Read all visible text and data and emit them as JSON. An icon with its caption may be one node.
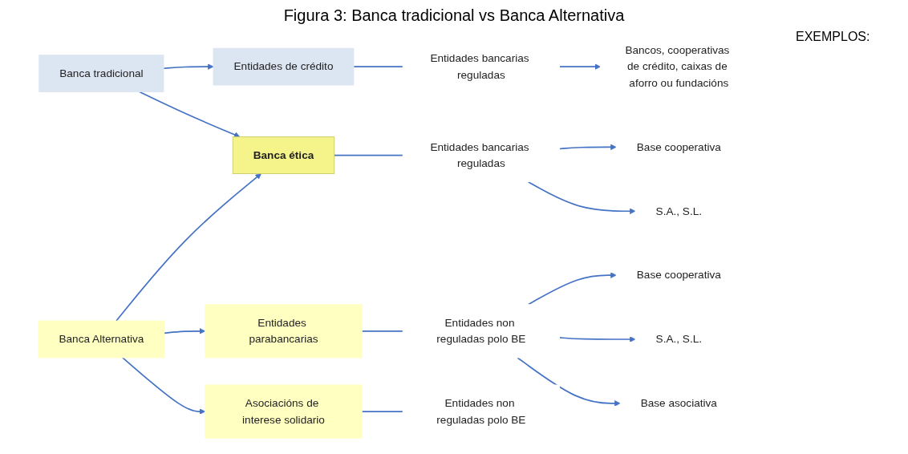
{
  "diagram": {
    "title": "Figura 3: Banca tradicional vs Banca Alternativa",
    "nodes": [
      {
        "text": [
          "Banca tradicional"
        ]
      },
      {
        "text": [
          "Entidades de crédito"
        ]
      },
      {
        "text": [
          "Entidades bancarias reguladas"
        ]
      },
      {
        "text": [
          "Bancos, cooperativas de crédito, caixas de aforro ou fundacións"
        ]
      },
      {
        "text": [
          "Banca ética"
        ]
      },
      {
        "text": [
          "Entidades bancarias reguladas"
        ]
      },
      {
        "text": [
          "Base cooperativa"
        ]
      },
      {
        "text": [
          "S.A., S.L."
        ]
      },
      {
        "text": [
          "Banca Alternativa"
        ]
      },
      {
        "text": [
          "Entidades parabancarias"
        ]
      },
      {
        "text": [
          "Entidades non reguladas polo BE"
        ]
      },
      {
        "text": [
          "Base cooperativa"
        ]
      },
      {
        "text": [
          "S.A., S.L."
        ]
      },
      {
        "text": [
          "Base asociativa"
        ]
      },
      {
        "text": [
          "Asociacións de interese solidario"
        ]
      },
      {
        "text": [
          "Entidades non reguladas polo BE"
        ]
      }
    ],
    "edges": [
      {
        "from": 0,
        "to": 1,
        "arrow": "to"
      },
      {
        "from": 0,
        "to": 4,
        "arrow": "to"
      },
      {
        "from": 1,
        "to": 2,
        "arrow": "none"
      },
      {
        "from": 2,
        "to": 3,
        "arrow": "to"
      },
      {
        "from": 4,
        "to": 5,
        "arrow": "none"
      },
      {
        "from": 5,
        "to": 6,
        "arrow": "to"
      },
      {
        "from": 5,
        "to": 7,
        "arrow": "to"
      },
      {
        "from": 8,
        "to": 4,
        "arrow": "to"
      },
      {
        "from": 8,
        "to": 9,
        "arrow": "to"
      },
      {
        "from": 8,
        "to": 14,
        "arrow": "to"
      },
      {
        "from": 9,
        "to": 10,
        "arrow": "none"
      },
      {
        "from": 10,
        "to": 11,
        "arrow": "to"
      },
      {
        "from": 10,
        "to": 12,
        "arrow": "to"
      },
      {
        "from": 10,
        "to": 13,
        "arrow": "to"
      },
      {
        "from": 14,
        "to": 15,
        "arrow": "none"
      }
    ],
    "labels": [
      "EXEMPLOS:"
    ]
  }
}
